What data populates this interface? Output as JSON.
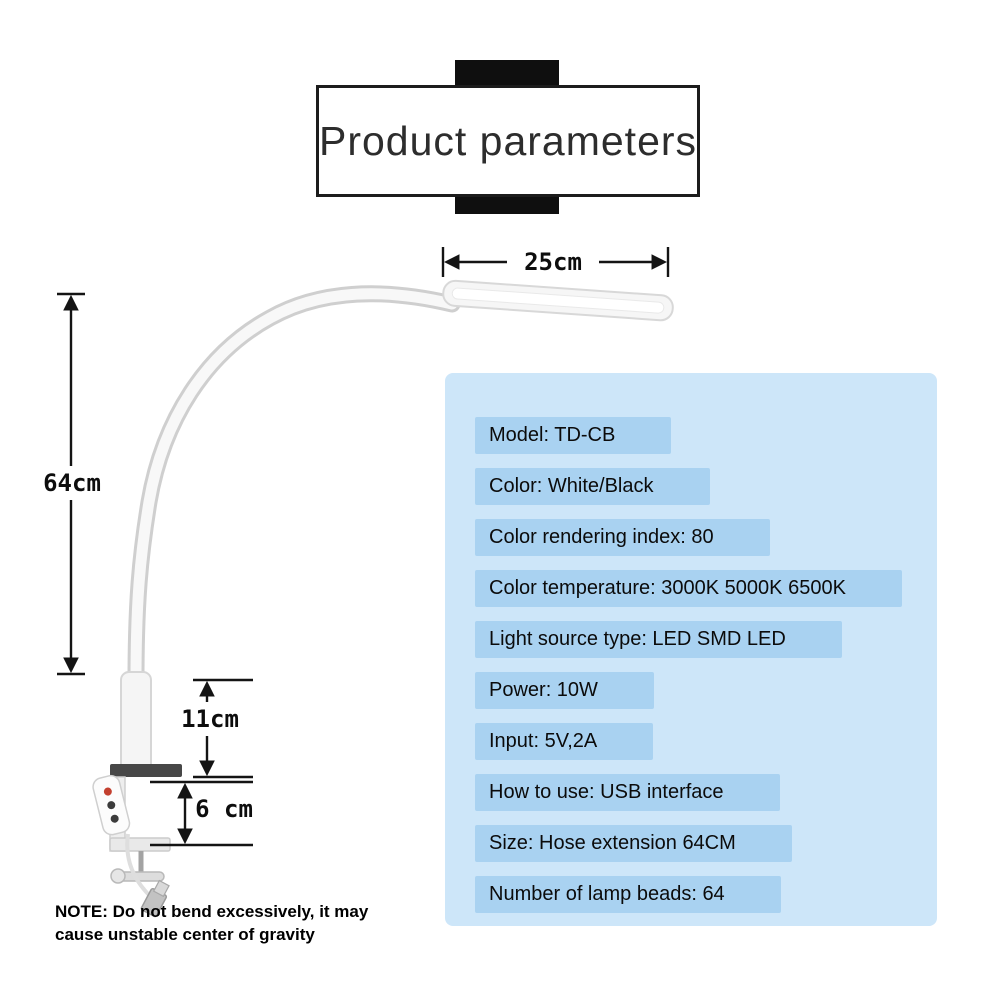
{
  "title": "Product parameters",
  "dimensions": {
    "head_width": "25cm",
    "hose_height": "64cm",
    "upper_clamp": "11cm",
    "lower_clamp": "6 cm"
  },
  "specs": {
    "rows": [
      "Model: TD-CB",
      "Color: White/Black",
      "Color rendering index: 80",
      "Color temperature: 3000K 5000K 6500K",
      "Light source type: LED SMD LED",
      "Power: 10W",
      "Input: 5V,2A",
      "How to use: USB interface",
      "Size: Hose extension 64CM",
      "Number of lamp beads: 64"
    ]
  },
  "note": "NOTE: Do not bend excessively, it may cause unstable center of gravity",
  "colors": {
    "panel_blue": "#cde6f9",
    "row_blue": "#a9d2f1",
    "title_bar_black": "#0f0f0f"
  }
}
